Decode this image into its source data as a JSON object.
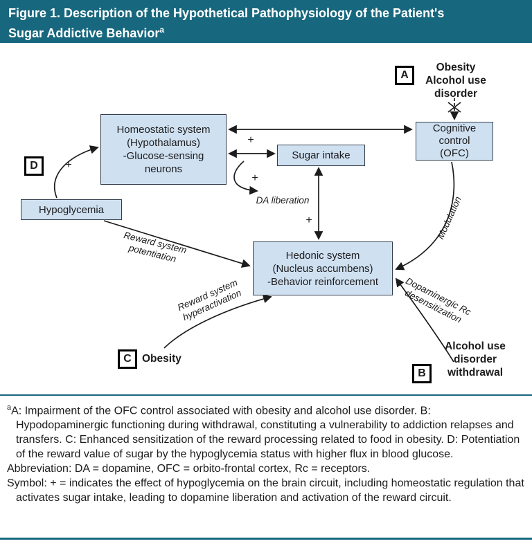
{
  "colors": {
    "teal": "#17677e",
    "box-fill": "#cfe0f1",
    "box-border": "#333f4d",
    "ink": "#1c1c1c"
  },
  "header": {
    "title_line1": "Figure 1. Description of the Hypothetical Pathophysiology of the Patient's",
    "title_line2": "Sugar Addictive Behavior",
    "footnote_marker": "a"
  },
  "diagram": {
    "badges": {
      "a": "A",
      "b": "B",
      "c": "C",
      "d": "D"
    },
    "labels": {
      "obesity_alcohol": {
        "lines": [
          "Obesity",
          "Alcohol use",
          "disorder"
        ]
      },
      "obesity": "Obesity",
      "alcohol_withdrawal": {
        "lines": [
          "Alcohol use",
          "disorder",
          "withdrawal"
        ]
      }
    },
    "nodes": {
      "homeostatic": {
        "lines": [
          "Homeostatic system",
          "(Hypothalamus)",
          "-Glucose-sensing",
          "neurons"
        ]
      },
      "sugar_intake": {
        "lines": [
          "Sugar intake"
        ]
      },
      "cognitive": {
        "lines": [
          "Cognitive",
          "control",
          "(OFC)"
        ]
      },
      "hypoglycemia": {
        "lines": [
          "Hypoglycemia"
        ]
      },
      "hedonic": {
        "lines": [
          "Hedonic system",
          "(Nucleus accumbens)",
          "-Behavior reinforcement"
        ]
      }
    },
    "plus": "+",
    "arrow_labels": {
      "da_liberation": "DA liberation",
      "modulation": "Modulation",
      "reward_potentiation": {
        "lines": [
          "Reward system",
          "potentiation"
        ]
      },
      "reward_hyperactivation": {
        "lines": [
          "Reward system",
          "hyperactivation"
        ]
      },
      "dopaminergic_desensitization": {
        "lines": [
          "Dopaminergic Rc",
          "desensitization"
        ]
      }
    }
  },
  "footnotes": {
    "marker": "a",
    "notes": "A: Impairment of the OFC control associated with obesity and alcohol use disorder. B: Hypodopaminergic functioning during withdrawal, constituting a vulnerability to addiction relapses and transfers. C: Enhanced sensitization of the reward processing related to food in obesity. D: Potentiation of the reward value of sugar by the hypoglycemia status with higher flux in blood glucose.",
    "abbreviation": "Abbreviation: DA = dopamine, OFC = orbito-frontal cortex, Rc = receptors.",
    "symbol": "Symbol: + = indicates the effect of hypoglycemia on the brain circuit, including homeostatic regulation that activates sugar intake, leading to dopamine liberation and activation of the reward circuit."
  }
}
